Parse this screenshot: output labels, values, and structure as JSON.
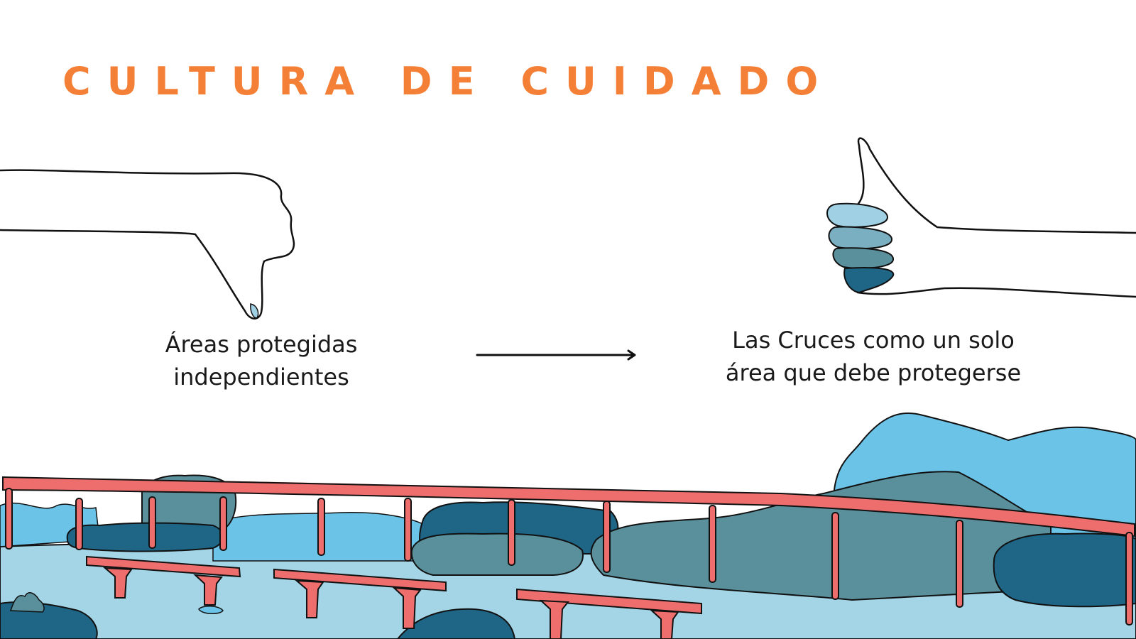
{
  "slide": {
    "title": "CULTURA DE CUIDADO",
    "left_caption": {
      "line1": "Áreas protegidas",
      "line2": "independientes"
    },
    "right_caption": {
      "line1": "Las Cruces como un solo",
      "line2": "área que debe protegerse"
    }
  },
  "colors": {
    "title": "#f47f36",
    "railing": "#ee6e6e",
    "rock_dark": "#1f6586",
    "rock_mid": "#5a909c",
    "water_light": "#a4d5e6",
    "sky_blue": "#6cc3e8",
    "thumb_blue_1": "#9fd0e4",
    "thumb_blue_2": "#79afc0",
    "thumb_blue_3": "#5a909c",
    "thumb_blue_4": "#1f6586"
  },
  "icons": {
    "left_hand": "thumbs-down-icon",
    "right_hand": "thumbs-up-icon",
    "connector": "arrow-right-icon"
  }
}
